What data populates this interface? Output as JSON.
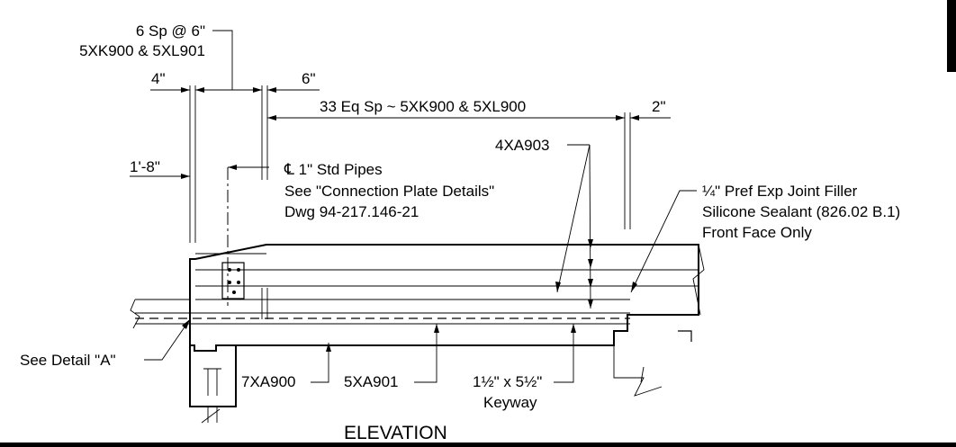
{
  "drawing": {
    "title": "ELEVATION",
    "dims": {
      "spacing_top": "6 Sp @ 6\"",
      "spacing_top_bars": "5XK900 & 5XL901",
      "d4": "4\"",
      "d6": "6\"",
      "span": "33 Eq Sp ~ 5XK900 & 5XL900",
      "d2": "2\"",
      "d1_8": "1'-8\""
    },
    "notes": {
      "pipes_1": "℄ 1\" Std Pipes",
      "pipes_2": "See \"Connection Plate Details\"",
      "pipes_3": "Dwg 94-217.146-21",
      "bar_top": "4XA903",
      "joint_1": "¼\" Pref Exp Joint Filler",
      "joint_2": "Silicone Sealant (826.02 B.1)",
      "joint_3": "Front Face Only",
      "detail": "See Detail \"A\"",
      "bar_a": "7XA900",
      "bar_b": "5XA901",
      "keyway_1": "1½\" x 5½\"",
      "keyway_2": "Keyway"
    }
  }
}
